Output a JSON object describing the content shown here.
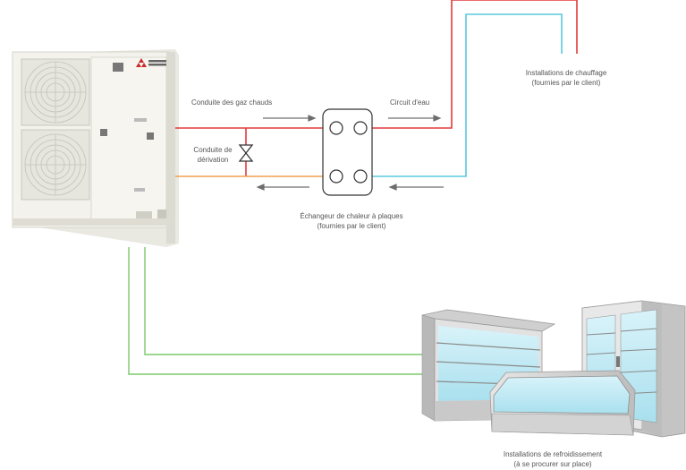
{
  "labels": {
    "hot_gas": "Conduite des gaz chauds",
    "water_circuit": "Circuit d'eau",
    "bypass_line1": "Conduite de",
    "bypass_line2": "dérivation",
    "heating_line1": "Installations de chauffage",
    "heating_line2": "(fournies par le client)",
    "exchanger_line1": "Échangeur de chaleur à plaques",
    "exchanger_line2": "(fournies par le client)",
    "cooling_line1": "Installations de refroidissement",
    "cooling_line2": "(à se procurer sur place)"
  },
  "colors": {
    "hot_pipe": "#e23a3a",
    "return_pipe": "#f0a050",
    "cold_water_pipe": "#5ac8dc",
    "refrigerant_pipe": "#7cc86a",
    "arrow": "#6d6d6d",
    "unit_body": "#f1f0ea",
    "logo_red": "#cc2a2a"
  },
  "icons": {
    "outdoor_unit": "outdoor-unit-icon",
    "logo": "mitsubishi-logo-icon",
    "valve": "valve-icon",
    "exchanger": "plate-heat-exchanger-icon",
    "display_case": "display-case-icon",
    "refrigerator": "refrigerator-icon"
  }
}
